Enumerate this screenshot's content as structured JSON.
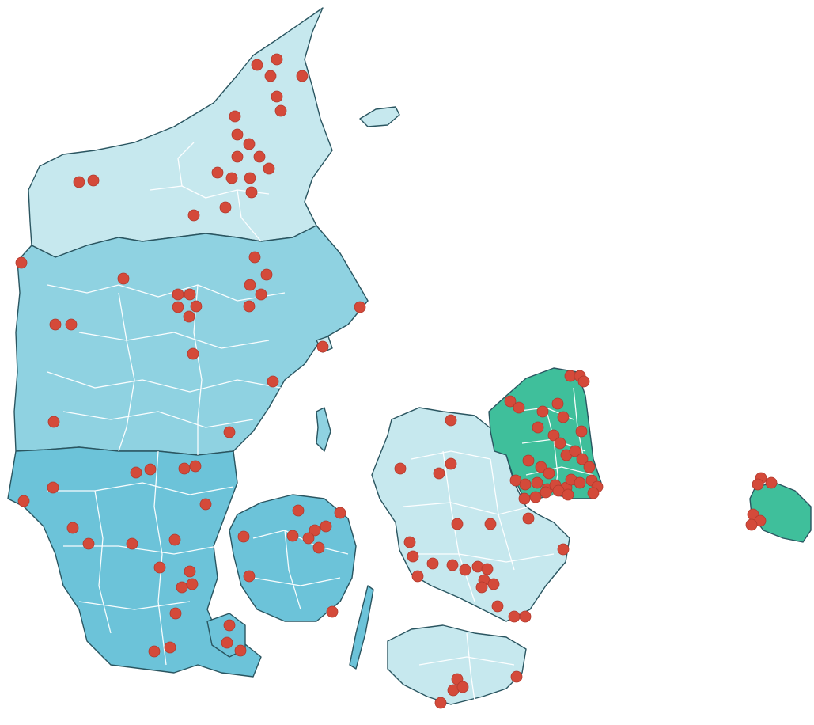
{
  "map": {
    "colors": {
      "north_jutland": "#c6e8ee",
      "mid_jutland": "#8fd2e1",
      "south_jutland": "#6cc3d9",
      "funen": "#6cc3d9",
      "zealand": "#c6e8ee",
      "lolland_falster": "#c6e8ee",
      "capital_region": "#3fbf9b",
      "bornholm": "#3fbf9b",
      "water": "#ffffff",
      "outline": "#2a5560",
      "municipality_border": "#ffffff",
      "marker": "#d44a3a"
    },
    "region_order": [
      "north_jutland",
      "mid_jutland",
      "south_jutland",
      "funen",
      "zealand",
      "lolland_falster",
      "capital_region",
      "bornholm"
    ]
  }
}
